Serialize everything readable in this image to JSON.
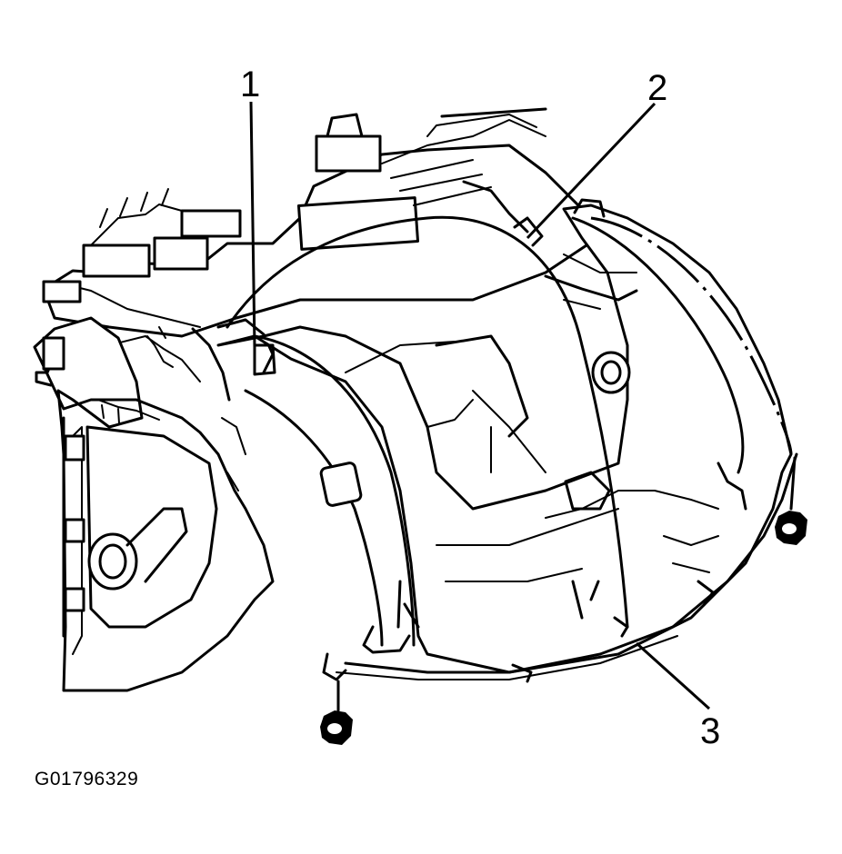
{
  "callouts": [
    {
      "label": "1"
    },
    {
      "label": "2"
    },
    {
      "label": "3"
    }
  ],
  "figure_id": "G01796329"
}
